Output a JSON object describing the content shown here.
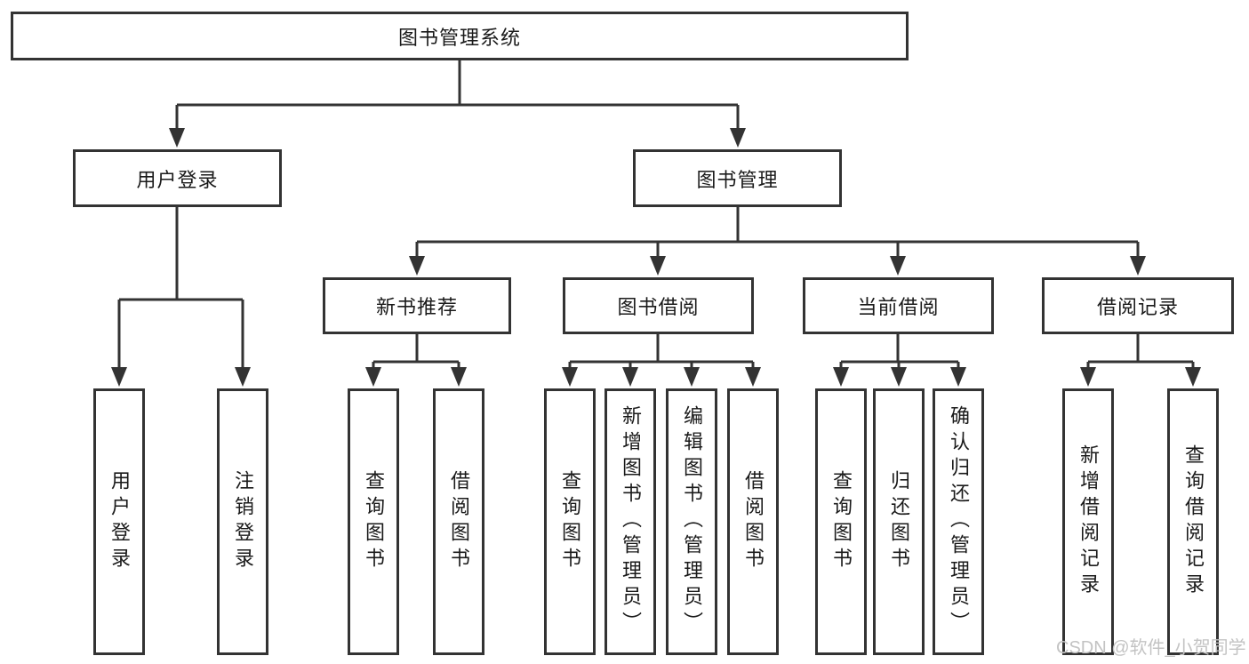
{
  "title": "图书管理系统",
  "nodes": {
    "root": {
      "label": "图书管理系统"
    },
    "level2": [
      {
        "label": "用户登录"
      },
      {
        "label": "图书管理"
      }
    ],
    "level3": [
      {
        "label": "新书推荐"
      },
      {
        "label": "图书借阅"
      },
      {
        "label": "当前借阅"
      },
      {
        "label": "借阅记录"
      }
    ],
    "leaves": [
      {
        "label": "用户登录"
      },
      {
        "label": "注销登录"
      },
      {
        "label": "查询图书"
      },
      {
        "label": "借阅图书"
      },
      {
        "label": "查询图书"
      },
      {
        "label": "新增图书（管理员）"
      },
      {
        "label": "编辑图书（管理员）"
      },
      {
        "label": "借阅图书"
      },
      {
        "label": "查询图书"
      },
      {
        "label": "归还图书"
      },
      {
        "label": "确认归还（管理员）"
      },
      {
        "label": "新增借阅记录"
      },
      {
        "label": "查询借阅记录"
      }
    ]
  },
  "watermark": "CSDN @软件_小贺同学",
  "colors": {
    "line": "#333333",
    "text": "#1a1a1a",
    "watermark": "#c3c3c3",
    "background": "#ffffff"
  }
}
